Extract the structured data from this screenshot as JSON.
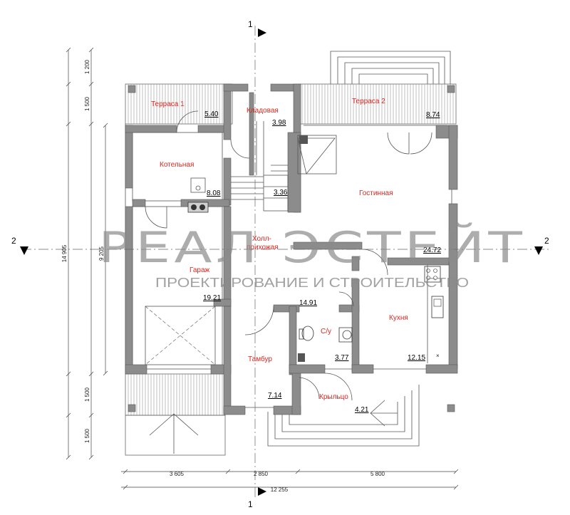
{
  "watermark": {
    "brand": "РЕАЛ ЭСТЕЙТ",
    "tagline": "ПРОЕКТИРОВАНИЕ И СТРОИТЕЛЬСТВО"
  },
  "axes": {
    "top": "1",
    "bottom": "1",
    "left": "2",
    "right": "2"
  },
  "rooms": {
    "terrace1": {
      "name": "Терраса 1",
      "area": "5.40"
    },
    "pantry": {
      "name": "Кладовая",
      "area": "3.98"
    },
    "terrace2": {
      "name": "Терраса 2",
      "area": "8.74"
    },
    "boiler": {
      "name": "Котельная",
      "area": "8.08"
    },
    "stairs": {
      "area": "3.36"
    },
    "living": {
      "name": "Гостинная",
      "area": "24.72"
    },
    "hall": {
      "name": "Холл-\nприхожая",
      "name_line1": "Холл-",
      "name_line2": "прихожая",
      "area": "14.91"
    },
    "garage": {
      "name": "Гараж",
      "area": "19.21"
    },
    "kitchen": {
      "name": "Кухня",
      "area": "12.15"
    },
    "wc": {
      "name": "С/у",
      "area": "3.77"
    },
    "vestibule": {
      "name": "Тамбур",
      "area": "7.14"
    },
    "porch": {
      "name": "Крыльцо",
      "area": "4.21"
    }
  },
  "dimensions": {
    "left": {
      "total": "14 905",
      "inner": "9 205",
      "seg_top1": "1 200",
      "seg_top2": "1 500",
      "seg_bot1": "1 500",
      "seg_bot2": "1 500"
    },
    "bottom": {
      "seg1": "3 605",
      "seg2": "2 850",
      "seg3": "5 800",
      "total": "12 255"
    }
  }
}
